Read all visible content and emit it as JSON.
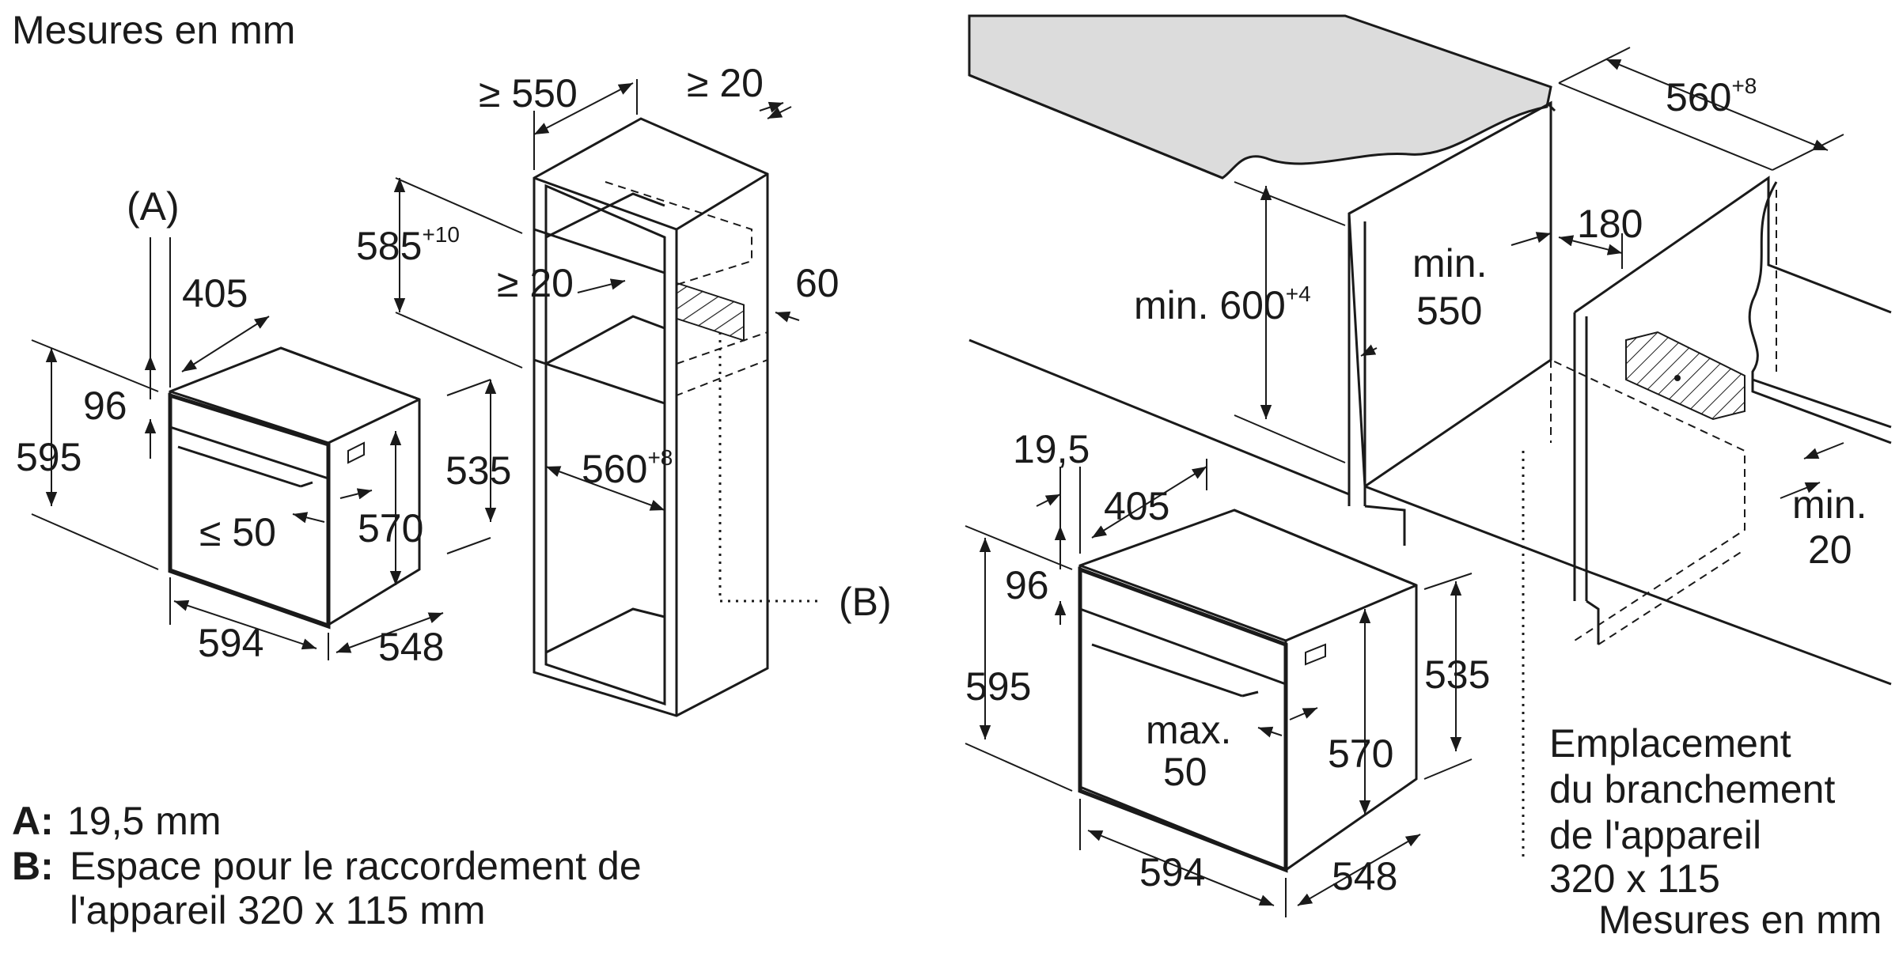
{
  "left": {
    "title": "Mesures en mm",
    "label_a": "(A)",
    "label_b": "(B)",
    "oven": {
      "d405": "405",
      "d96": "96",
      "d595": "595",
      "d535": "535",
      "d570": "570",
      "d50": "≤ 50",
      "d594": "594",
      "d548": "548"
    },
    "cabinet": {
      "d550": "≥ 550",
      "d20top": "≥ 20",
      "d585": "585",
      "d585_sup": "+10",
      "d20mid": "≥ 20",
      "d60": "60",
      "d560": "560",
      "d560_sup": "+8"
    },
    "legend": {
      "a_key": "A:",
      "a_text": "19,5 mm",
      "b_key": "B:",
      "b_text_1": "Espace pour le raccordement de",
      "b_text_2": "l'appareil 320 x 115 mm"
    }
  },
  "right": {
    "d560": "560",
    "d560_sup": "+8",
    "d180": "180",
    "min550_1": "min.",
    "min550_2": "550",
    "min600": "min. 600",
    "min600_sup": "+4",
    "min20_1": "min.",
    "min20_2": "20",
    "oven": {
      "d19_5": "19,5",
      "d405": "405",
      "d96": "96",
      "d595": "595",
      "d535": "535",
      "max50_1": "max.",
      "max50_2": "50",
      "d570": "570",
      "d594": "594",
      "d548": "548"
    },
    "note_1": "Emplacement",
    "note_2": "du branchement",
    "note_3": "de l'appareil",
    "note_4": "320 x 115",
    "title": "Mesures en mm"
  }
}
